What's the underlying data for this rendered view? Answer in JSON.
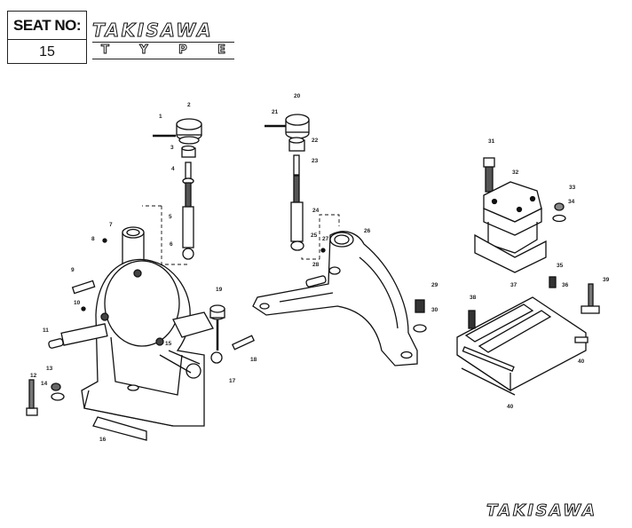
{
  "header": {
    "seat_label": "SEAT NO:",
    "seat_number": "15",
    "brand": "TAKISAWA",
    "type_letters": [
      "T",
      "Y",
      "P",
      "E"
    ]
  },
  "footer": {
    "brand": "TAKISAWA"
  },
  "part_labels": [
    "1",
    "2",
    "3",
    "4",
    "5",
    "6",
    "7",
    "8",
    "9",
    "10",
    "11",
    "12",
    "13",
    "14",
    "15",
    "16",
    "17",
    "18",
    "19",
    "20",
    "21",
    "22",
    "23",
    "24",
    "25",
    "26",
    "27",
    "28",
    "29",
    "30",
    "31",
    "32",
    "33",
    "34",
    "35",
    "36",
    "37",
    "38",
    "39",
    "40",
    "40"
  ]
}
